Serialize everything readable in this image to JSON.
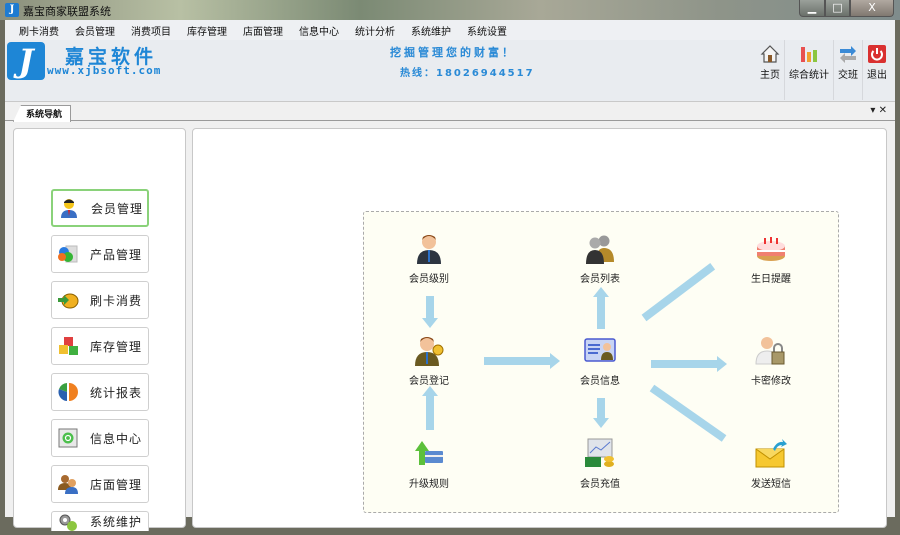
{
  "window": {
    "title": "嘉宝商家联盟系统",
    "controls": {
      "minimize": "▁",
      "maximize": "□",
      "close": "X"
    }
  },
  "menu": [
    "刷卡消费",
    "会员管理",
    "消费项目",
    "库存管理",
    "店面管理",
    "信息中心",
    "统计分析",
    "系统维护",
    "系统设置"
  ],
  "header": {
    "logo_letter": "J",
    "logo_name": "嘉宝软件",
    "logo_url": "www.xjbsoft.com",
    "slogan": "挖掘管理您的财富！",
    "hotline": "热线：18026944517",
    "tools": [
      {
        "label": "主页",
        "icon": "home-icon"
      },
      {
        "label": "综合统计",
        "icon": "bar-chart-icon"
      },
      {
        "label": "交班",
        "icon": "swap-icon"
      },
      {
        "label": "退出",
        "icon": "power-icon"
      }
    ]
  },
  "tabs": {
    "active": "系统导航",
    "dropdown": "▾",
    "close": "✕"
  },
  "nav": [
    {
      "label": "会员管理",
      "icon": "member-icon",
      "active": true
    },
    {
      "label": "产品管理",
      "icon": "product-icon"
    },
    {
      "label": "刷卡消费",
      "icon": "card-swipe-icon"
    },
    {
      "label": "库存管理",
      "icon": "inventory-icon"
    },
    {
      "label": "统计报表",
      "icon": "pie-chart-icon"
    },
    {
      "label": "信息中心",
      "icon": "message-icon"
    },
    {
      "label": "店面管理",
      "icon": "store-icon"
    },
    {
      "label": "系统维护",
      "icon": "settings-icon"
    }
  ],
  "flow": {
    "nodes": [
      {
        "label": "会员级别",
        "icon": "member-level-icon"
      },
      {
        "label": "会员列表",
        "icon": "member-list-icon"
      },
      {
        "label": "生日提醒",
        "icon": "birthday-cake-icon"
      },
      {
        "label": "会员登记",
        "icon": "member-register-icon"
      },
      {
        "label": "会员信息",
        "icon": "member-info-icon"
      },
      {
        "label": "卡密修改",
        "icon": "card-password-icon"
      },
      {
        "label": "升级规则",
        "icon": "upgrade-rule-icon"
      },
      {
        "label": "会员充值",
        "icon": "member-recharge-icon"
      },
      {
        "label": "发送短信",
        "icon": "send-sms-icon"
      }
    ]
  },
  "colors": {
    "brand": "#1e86d6",
    "arrow": "#a7d5ea",
    "active_border": "#8ad27a",
    "flow_bg": "#fefef4"
  }
}
